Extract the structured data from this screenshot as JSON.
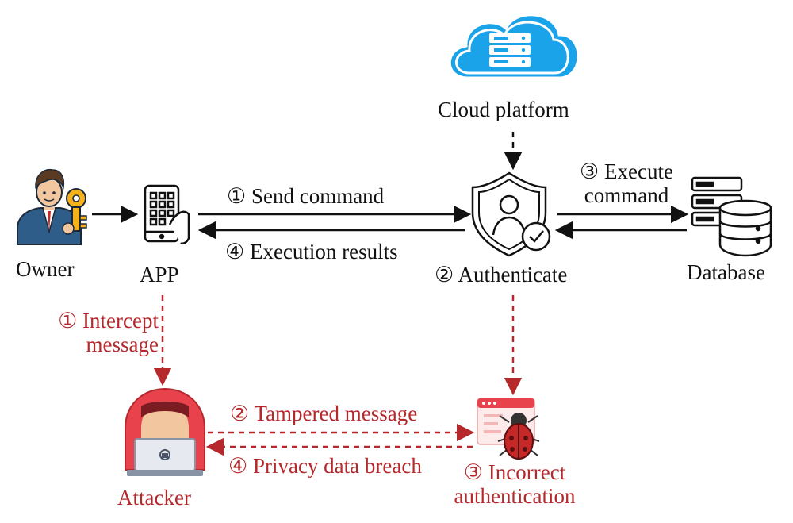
{
  "nodes": {
    "owner": {
      "label": "Owner",
      "icon": "owner-with-key-icon"
    },
    "app": {
      "label": "APP",
      "icon": "smartphone-keypad-icon"
    },
    "cloud": {
      "label": "Cloud platform",
      "icon": "cloud-server-icon"
    },
    "authenticate": {
      "label": "② Authenticate",
      "icon": "shield-user-check-icon"
    },
    "database": {
      "label": "Database",
      "icon": "database-server-icon"
    },
    "attacker": {
      "label": "Attacker",
      "icon": "hooded-hacker-laptop-icon"
    },
    "incorrect_auth": {
      "line1": "③ Incorrect",
      "line2": "authentication",
      "icon": "bug-browser-window-icon"
    }
  },
  "edges": {
    "send_command": "① Send command",
    "execution_results": "④ Execution results",
    "execute_command": {
      "line1": "③ Execute",
      "line2": "command"
    },
    "intercept": {
      "line1": "① Intercept",
      "line2": "message"
    },
    "tampered": "② Tampered message",
    "privacy_breach": "④ Privacy data breach"
  },
  "colors": {
    "normal": "#111111",
    "attack": "#b5282c",
    "cloud": "#1aa3e8",
    "skin": "#f2c7a0",
    "suit": "#2f5d8a",
    "key": "#f5b21b",
    "hood": "#e8434d",
    "bug": "#c62828"
  }
}
